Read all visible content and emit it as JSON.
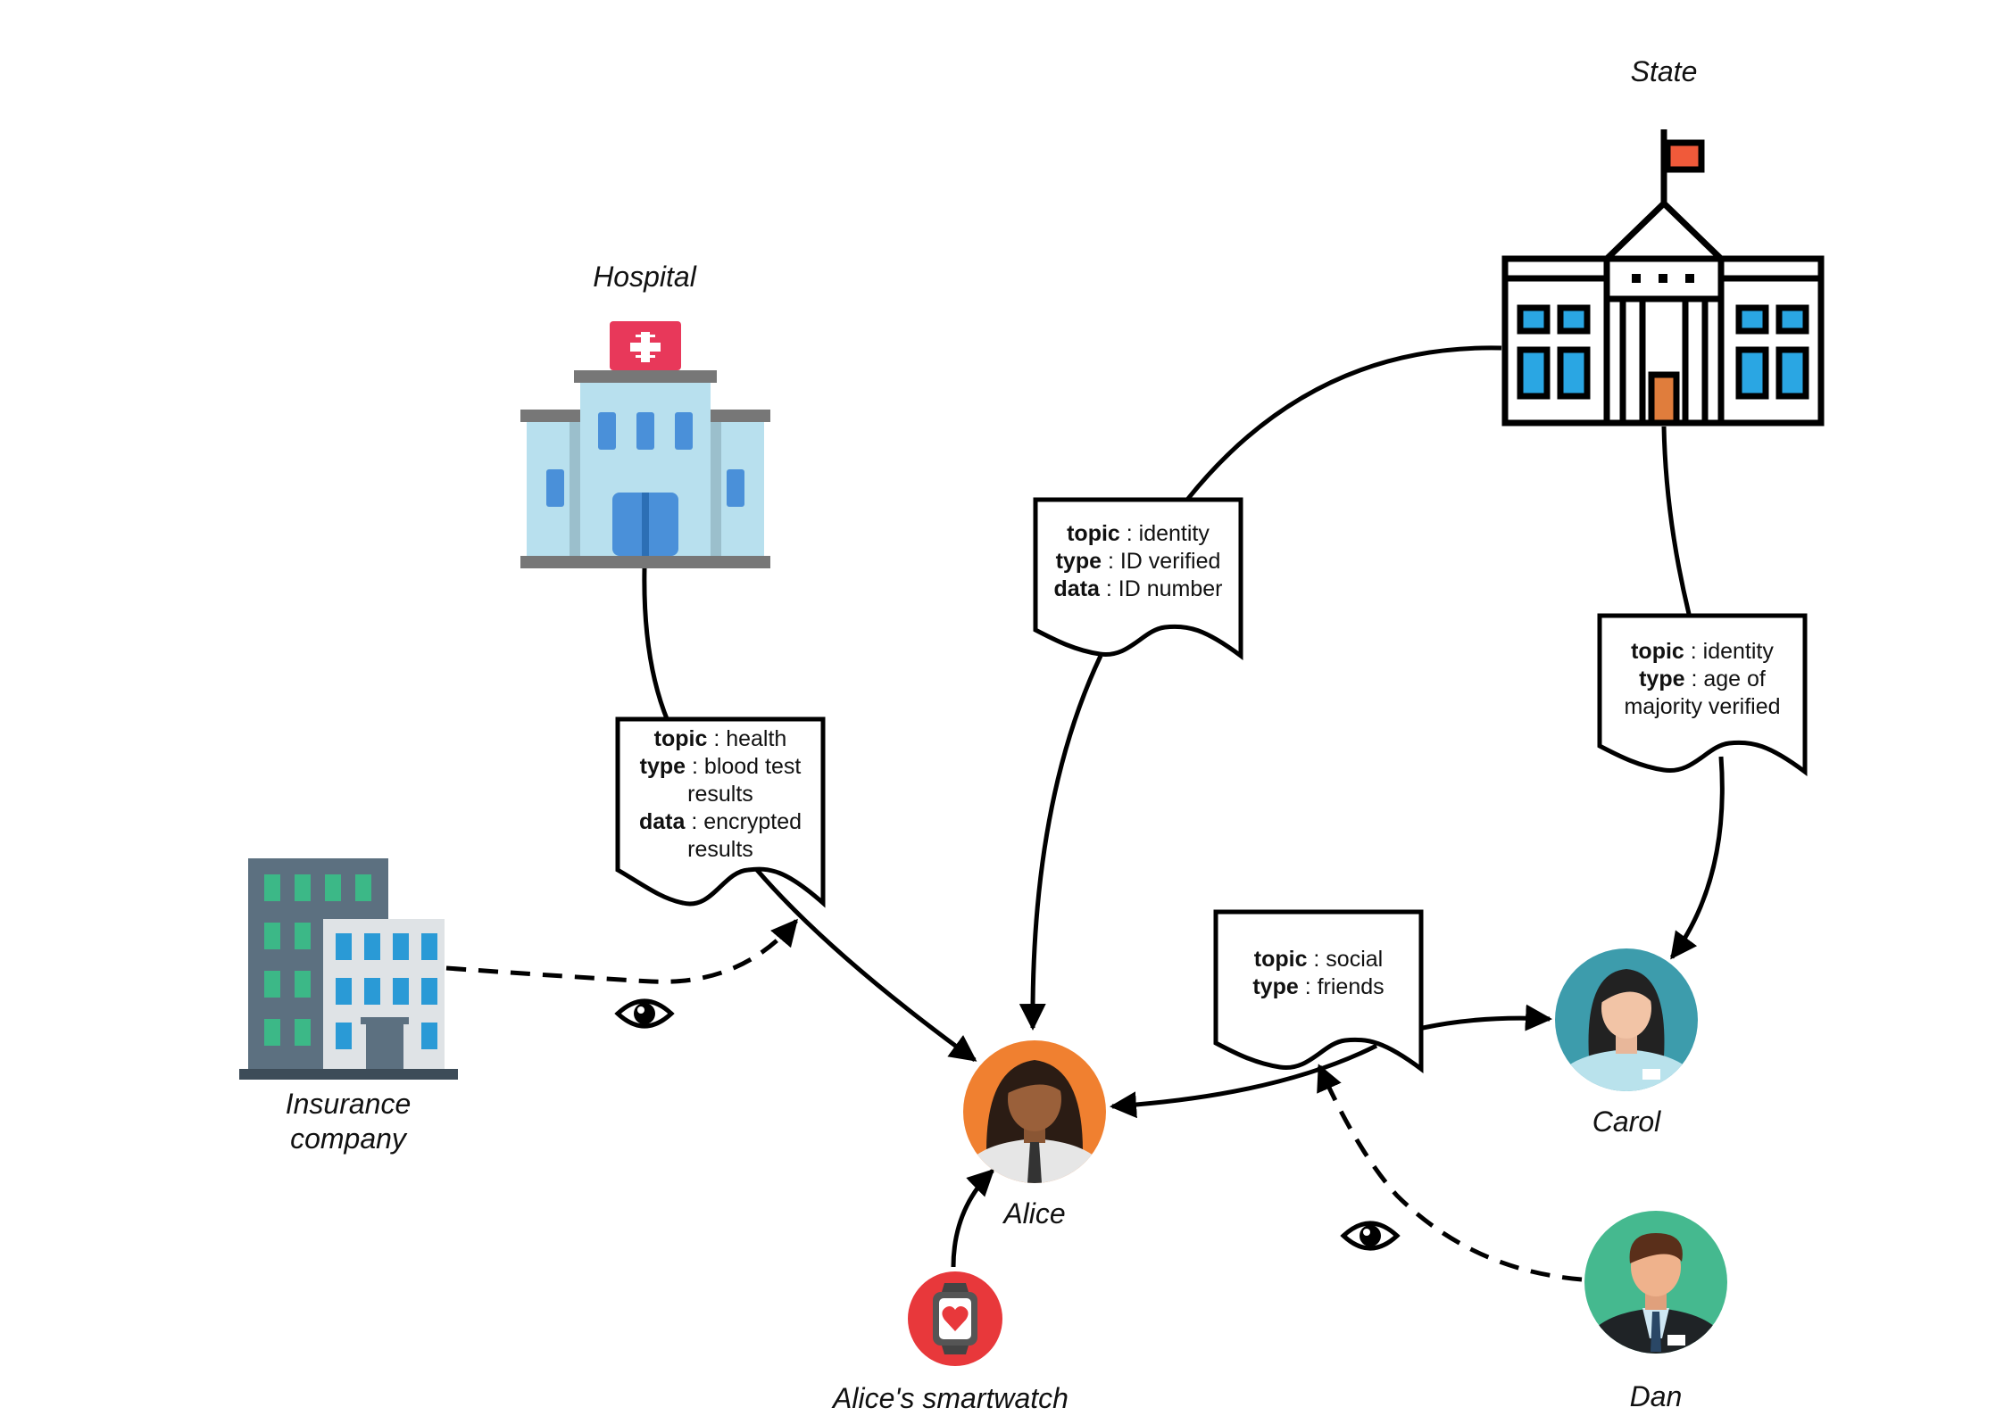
{
  "nodes": {
    "state": "State",
    "hospital": "Hospital",
    "insurance": [
      "Insurance",
      "company"
    ],
    "alice": "Alice",
    "smartwatch": "Alice's smartwatch",
    "carol": "Carol",
    "dan": "Dan"
  },
  "messages": {
    "health": {
      "lines": [
        [
          {
            "k": "topic",
            "v": " : health"
          }
        ],
        [
          {
            "k": "type",
            "v": " : blood test"
          }
        ],
        [
          {
            "k": "",
            "v": "results"
          }
        ],
        [
          {
            "k": "data",
            "v": " : encrypted"
          }
        ],
        [
          {
            "k": "",
            "v": "results"
          }
        ]
      ]
    },
    "identity_alice": {
      "lines": [
        [
          {
            "k": "topic",
            "v": " : identity"
          }
        ],
        [
          {
            "k": "type",
            "v": " : ID verified"
          }
        ],
        [
          {
            "k": "data",
            "v": " : ID number"
          }
        ]
      ]
    },
    "identity_carol": {
      "lines": [
        [
          {
            "k": "topic",
            "v": " : identity"
          }
        ],
        [
          {
            "k": "type",
            "v": " : age of"
          }
        ],
        [
          {
            "k": "",
            "v": "majority verified"
          }
        ]
      ]
    },
    "social": {
      "lines": [
        [
          {
            "k": "topic",
            "v": " : social"
          }
        ],
        [
          {
            "k": "type",
            "v": " : friends"
          }
        ]
      ]
    }
  },
  "icons": {
    "hospital": "hospital-building-icon",
    "state": "government-building-icon",
    "insurance": "office-building-icon",
    "alice": "woman-avatar-icon",
    "carol": "woman-avatar-icon",
    "dan": "man-avatar-icon",
    "smartwatch": "smartwatch-heart-icon",
    "observe": "eye-icon"
  },
  "colors": {
    "alice_bg": "#f08030",
    "carol_bg": "#3d9cac",
    "dan_bg": "#45b98f",
    "watch_bg": "#e8383b",
    "hospital_cross": "#e8385a",
    "state_flag": "#f05a3a",
    "state_door": "#e07d3c",
    "stroke": "#000000"
  }
}
